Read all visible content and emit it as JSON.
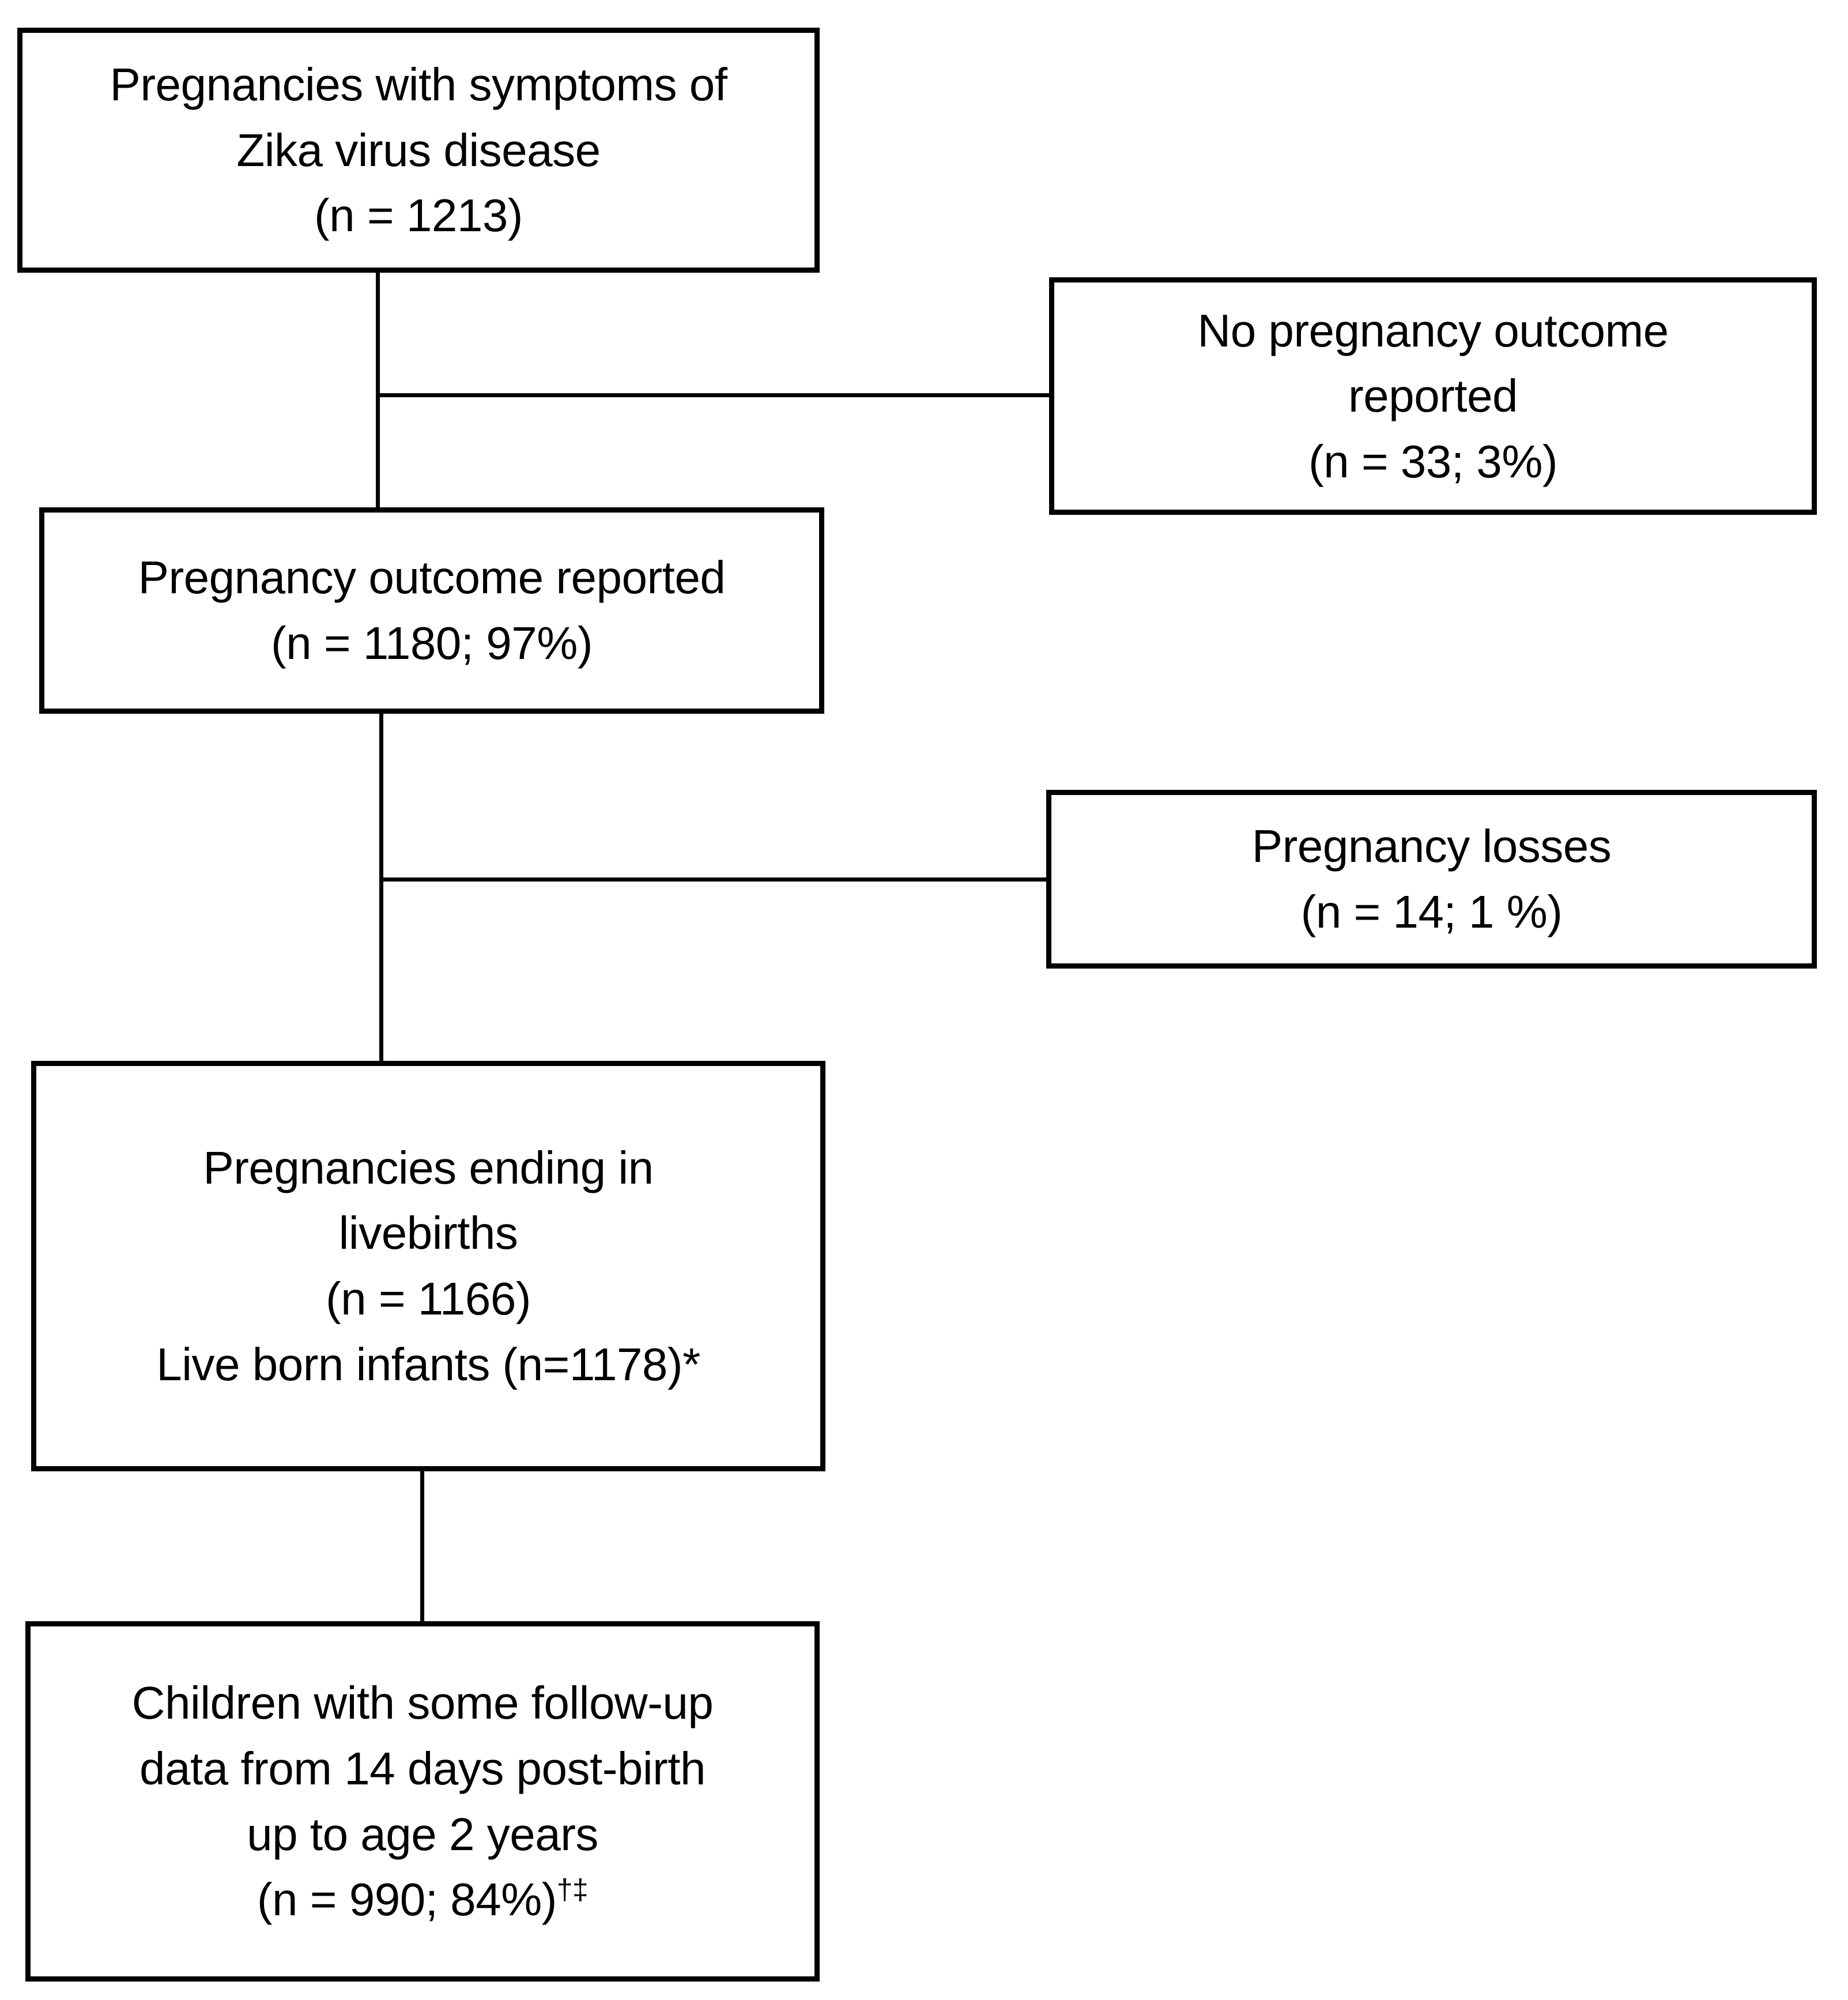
{
  "diagram": {
    "type": "flowchart",
    "title": "Zika virus disease pregnancy outcome flow diagram",
    "nodes": [
      {
        "id": "symptoms",
        "name": "pregnancies-with-symptoms",
        "lines": [
          "Pregnancies with symptoms of",
          "Zika virus disease",
          "(n = 1213)"
        ],
        "count": 1213
      },
      {
        "id": "no_outcome",
        "name": "no-pregnancy-outcome-reported",
        "lines": [
          "No pregnancy outcome",
          "reported",
          "(n = 33; 3%)"
        ],
        "count": 33,
        "percent": "3%"
      },
      {
        "id": "outcome",
        "name": "pregnancy-outcome-reported",
        "lines": [
          "Pregnancy outcome reported",
          "(n = 1180; 97%)"
        ],
        "count": 1180,
        "percent": "97%"
      },
      {
        "id": "losses",
        "name": "pregnancy-losses",
        "lines": [
          "Pregnancy losses",
          "(n = 14; 1 %)"
        ],
        "count": 14,
        "percent": "1 %"
      },
      {
        "id": "livebirths",
        "name": "pregnancies-ending-in-livebirths",
        "lines": [
          "Pregnancies ending in",
          "livebirths",
          "(n = 1166)",
          "Live born infants (n=1178)*"
        ],
        "count": 1166,
        "infants": 1178,
        "footnote_marker": "*"
      },
      {
        "id": "followup",
        "name": "children-with-follow-up-data",
        "lines": [
          "Children with some follow-up",
          "data from 14 days post-birth",
          "up to age 2 years",
          "(n = 990; 84%)"
        ],
        "count": 990,
        "percent": "84%",
        "footnote_marker": "†‡"
      }
    ],
    "colors": {
      "stroke": "#000000",
      "fill": "#ffffff",
      "text": "#000000"
    }
  }
}
